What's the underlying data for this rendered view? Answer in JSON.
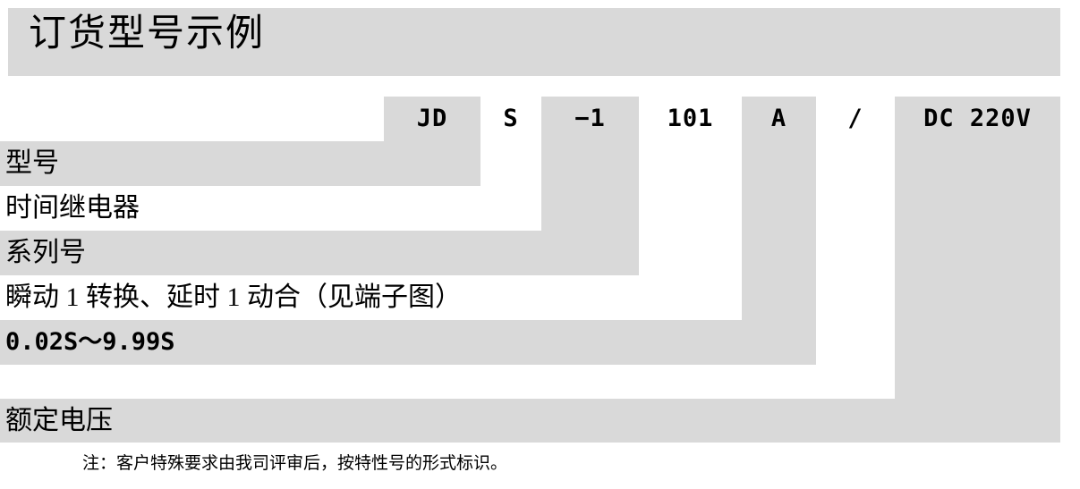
{
  "header": {
    "title": "订货型号示例",
    "background_color": "#d9d9d9"
  },
  "colors": {
    "block_gray": "#d9d9d9",
    "text": "#000000",
    "page_background": "#ffffff"
  },
  "model_code": {
    "full": "JDS-1101A/DC 220V",
    "segments": [
      {
        "label": "JD",
        "name": "model-segment-jd"
      },
      {
        "label": "S",
        "name": "model-segment-s"
      },
      {
        "label": "−1",
        "name": "model-segment-series"
      },
      {
        "label": "101",
        "name": "model-segment-contact"
      },
      {
        "label": "A",
        "name": "model-segment-range"
      },
      {
        "label": "/",
        "name": "model-segment-separator"
      },
      {
        "label": "DC 220V",
        "name": "model-segment-voltage"
      }
    ]
  },
  "descriptions": [
    {
      "label": "型号",
      "name": "desc-model"
    },
    {
      "label": "时间继电器",
      "name": "desc-time-relay"
    },
    {
      "label": "系列号",
      "name": "desc-series-number"
    },
    {
      "label": "瞬动 1 转换、延时 1 动合（见端子图）",
      "name": "desc-contact-form"
    },
    {
      "label": "0.02S～9.99S",
      "name": "desc-time-range"
    },
    {
      "label": "额定电压",
      "name": "desc-rated-voltage"
    }
  ],
  "note": {
    "text": "注：客户特殊要求由我司评审后，按特性号的形式标识。"
  }
}
